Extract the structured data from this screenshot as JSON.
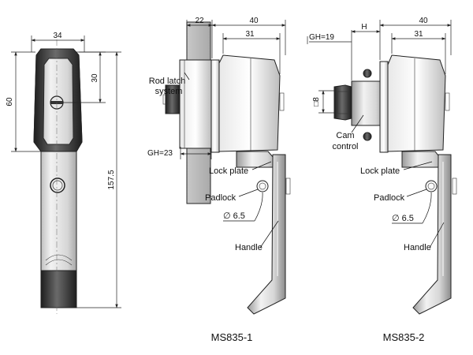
{
  "front_view": {
    "width": "34",
    "head_height": "60",
    "lock_offset": "30",
    "total_height": "157.5"
  },
  "ms835_1": {
    "caption": "MS835-1",
    "dim_panel": "22",
    "dim_overall": "40",
    "dim_body": "31",
    "gh": "GH=23",
    "rod_latch_line1": "Rod latch",
    "rod_latch_line2": "system",
    "lock_plate": "Lock plate",
    "padlock": "Padlock",
    "padlock_dia": "∅ 6.5",
    "handle": "Handle"
  },
  "ms835_2": {
    "caption": "MS835-2",
    "gh": "GH=19",
    "dim_h": "H",
    "dim_overall": "40",
    "dim_body": "31",
    "dim_square": "□8",
    "cam_line1": "Cam",
    "cam_line2": "control",
    "lock_plate": "Lock plate",
    "padlock": "Padlock",
    "padlock_dia": "∅ 6.5",
    "handle": "Handle"
  }
}
